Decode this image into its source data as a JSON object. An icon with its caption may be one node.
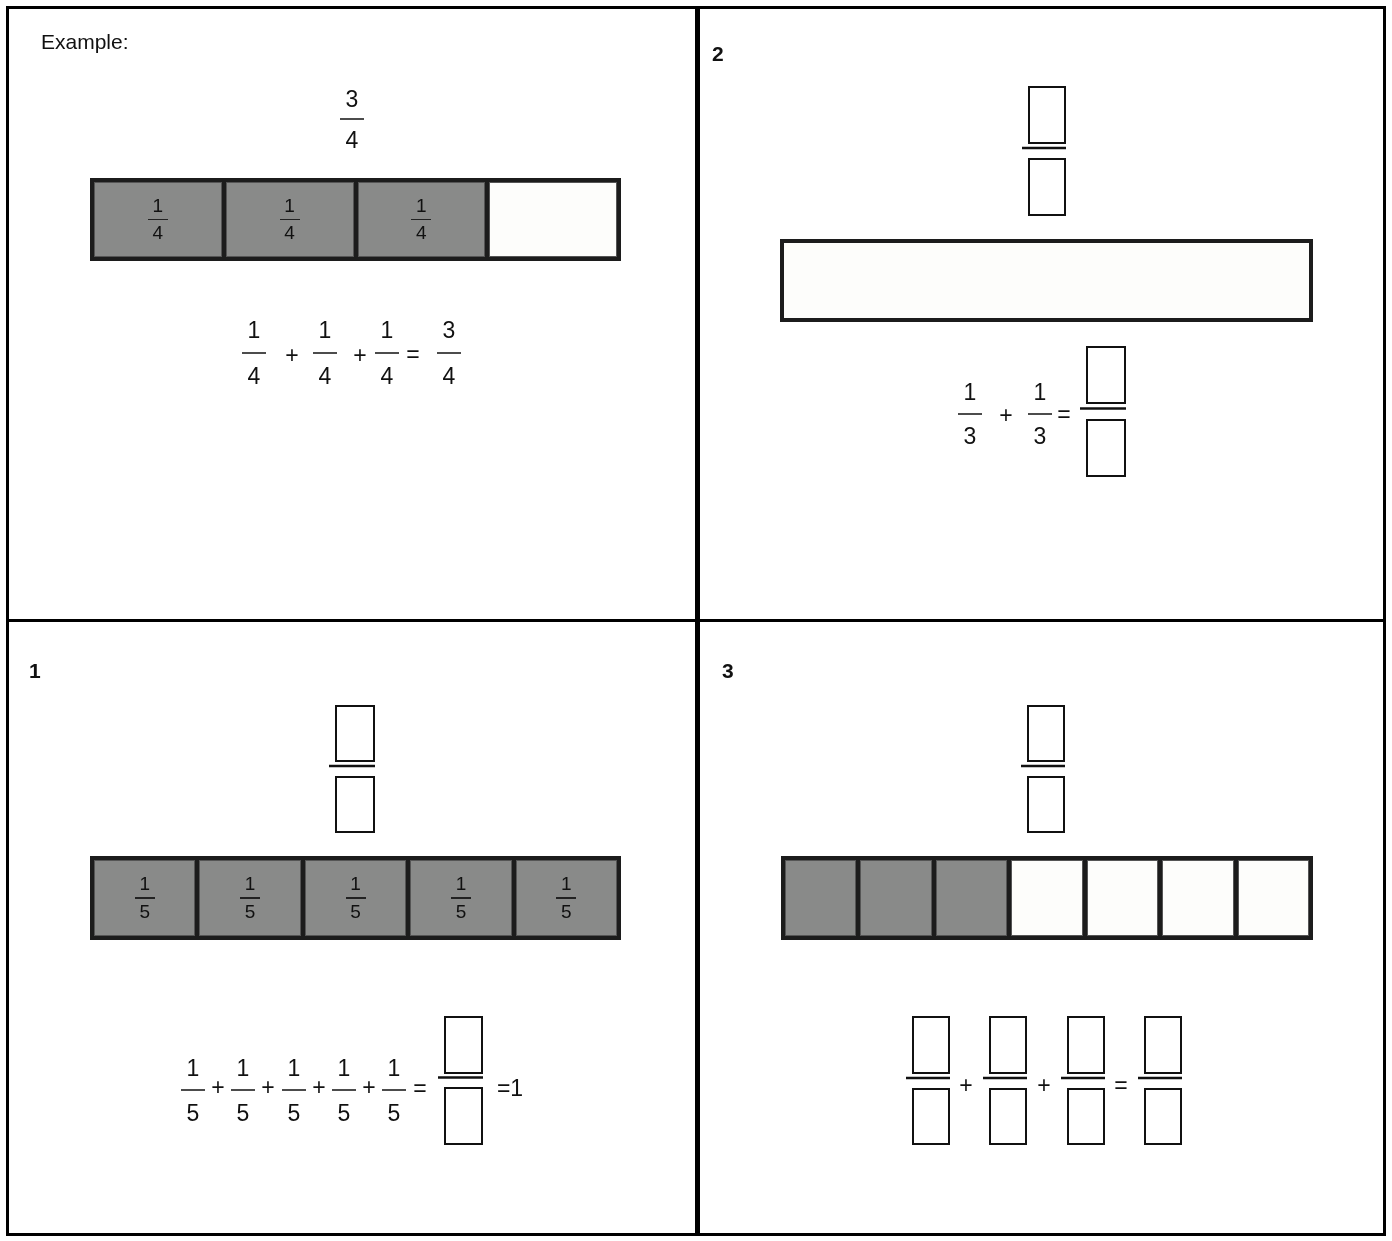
{
  "diagram": {
    "nodes": [
      {
        "text": [
          "Example:"
        ]
      },
      {
        "text": [],
        "shape": "bar",
        "in": 0
      },
      {
        "text": [
          "1",
          "4"
        ],
        "in": 1
      },
      {
        "text": [
          "1",
          "4"
        ],
        "in": 1
      },
      {
        "text": [
          "1",
          "4"
        ],
        "in": 1
      },
      {
        "text": [],
        "shape": "box",
        "in": 1
      },
      {
        "text": [
          "2"
        ]
      },
      {
        "text": [],
        "shape": "box",
        "in": 6
      },
      {
        "text": [],
        "shape": "box",
        "in": 6
      },
      {
        "text": [],
        "shape": "bar",
        "in": 6
      },
      {
        "text": [],
        "shape": "box",
        "in": 6
      },
      {
        "text": [],
        "shape": "box",
        "in": 6
      },
      {
        "text": [
          "1"
        ]
      },
      {
        "text": [],
        "shape": "box",
        "in": 12
      },
      {
        "text": [],
        "shape": "box",
        "in": 12
      },
      {
        "text": [],
        "shape": "bar",
        "in": 12
      },
      {
        "text": [
          "1",
          "5"
        ],
        "in": 15
      },
      {
        "text": [
          "1",
          "5"
        ],
        "in": 15
      },
      {
        "text": [
          "1",
          "5"
        ],
        "in": 15
      },
      {
        "text": [
          "1",
          "5"
        ],
        "in": 15
      },
      {
        "text": [
          "1",
          "5"
        ],
        "in": 15
      },
      {
        "text": [],
        "shape": "box",
        "in": 12
      },
      {
        "text": [],
        "shape": "box",
        "in": 12
      },
      {
        "text": [
          "3"
        ]
      },
      {
        "text": [],
        "shape": "box",
        "in": 23
      },
      {
        "text": [],
        "shape": "box",
        "in": 23
      },
      {
        "text": [],
        "shape": "bar",
        "in": 23
      },
      {
        "text": [],
        "shape": "box",
        "in": 26
      },
      {
        "text": [],
        "shape": "box",
        "in": 26
      },
      {
        "text": [],
        "shape": "box",
        "in": 26
      },
      {
        "text": [],
        "shape": "box",
        "in": 26
      },
      {
        "text": [],
        "shape": "box",
        "in": 26
      },
      {
        "text": [],
        "shape": "box",
        "in": 26
      },
      {
        "text": [],
        "shape": "box",
        "in": 26
      },
      {
        "text": [],
        "shape": "box",
        "in": 23
      },
      {
        "text": [],
        "shape": "box",
        "in": 23
      },
      {
        "text": [],
        "shape": "box",
        "in": 23
      },
      {
        "text": [],
        "shape": "box",
        "in": 23
      },
      {
        "text": [],
        "shape": "box",
        "in": 23
      },
      {
        "text": [],
        "shape": "box",
        "in": 23
      },
      {
        "text": [],
        "shape": "box",
        "in": 23
      },
      {
        "text": [],
        "shape": "box",
        "in": 23
      }
    ],
    "labels": [
      "3",
      "4",
      "1",
      "4",
      "+",
      "1",
      "4",
      "+",
      "1",
      "4",
      "=",
      "3",
      "4",
      "1",
      "3",
      "+",
      "1",
      "3",
      "=",
      "1",
      "5",
      "+",
      "1",
      "5",
      "+",
      "1",
      "5",
      "+",
      "1",
      "5",
      "+",
      "1",
      "5",
      "=",
      "=1",
      "+",
      "+",
      "="
    ]
  }
}
